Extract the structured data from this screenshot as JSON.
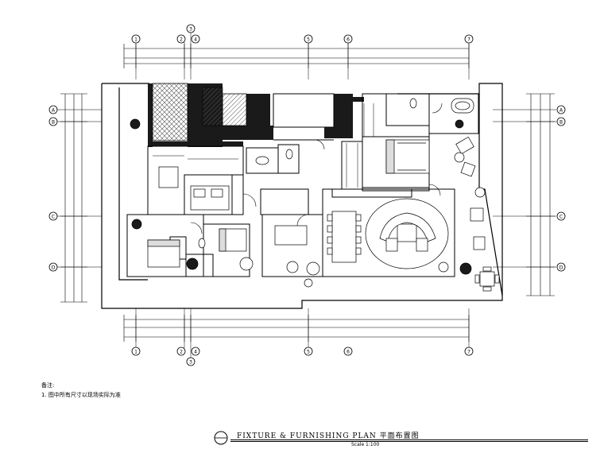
{
  "plan": {
    "title": "FIXTURE & FURNISHING PLAN 平面布置图",
    "scale": "Scale 1:100"
  },
  "notes": {
    "title": "备注:",
    "body": "1. 图中所有尺寸以现场实际为准"
  },
  "grid_axes": {
    "top": [
      "1",
      "2",
      "3",
      "4",
      "5",
      "6",
      "7"
    ],
    "bottom": [
      "1",
      "2",
      "3",
      "4",
      "5",
      "6",
      "7"
    ],
    "left": [
      "A",
      "B",
      "C",
      "D"
    ],
    "right": [
      "A",
      "B",
      "C",
      "D"
    ]
  },
  "colors": {
    "line": "#000000",
    "wall_fill": "#1a1a1a",
    "hatch": "#444444",
    "background": "#ffffff"
  }
}
